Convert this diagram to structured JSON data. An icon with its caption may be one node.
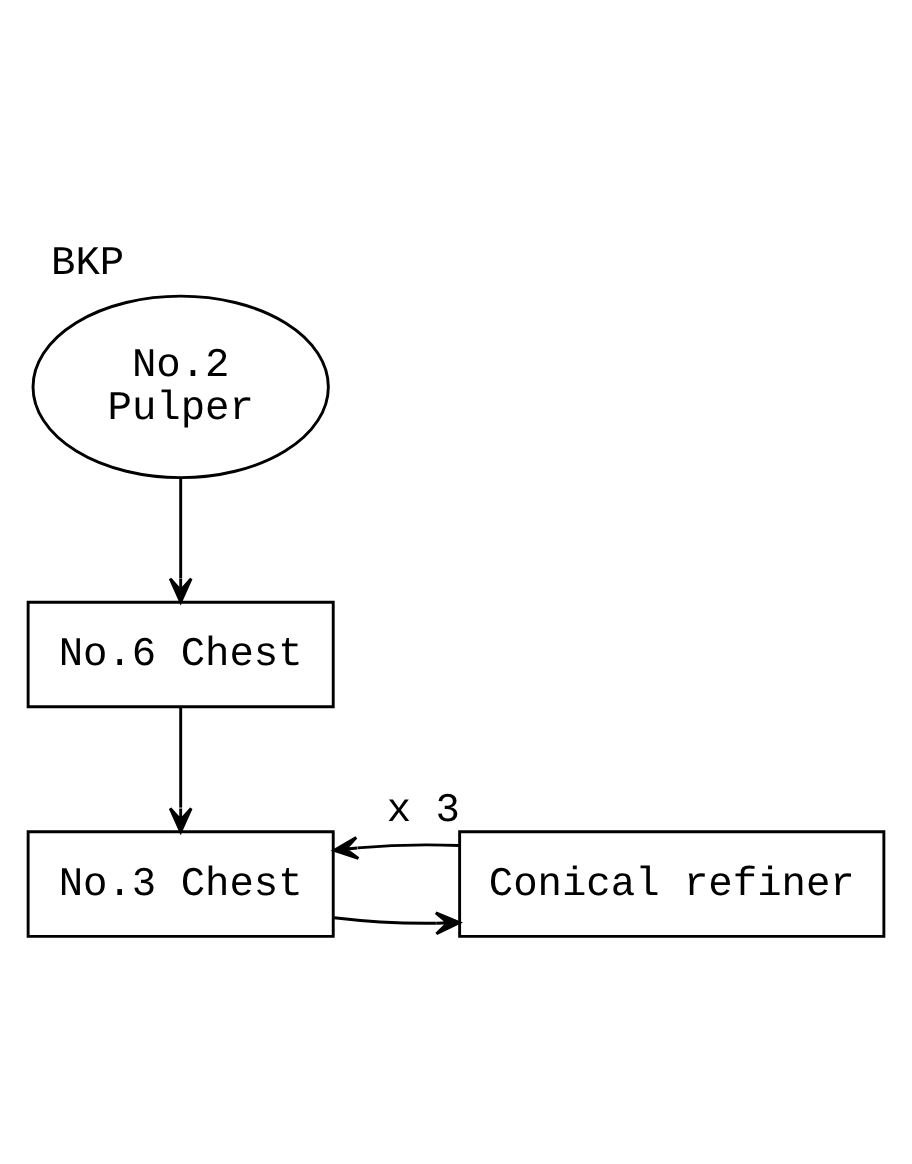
{
  "diagram": {
    "title": "BKP",
    "nodes": [
      {
        "text": [
          "No.2",
          "Pulper"
        ]
      },
      {
        "text": [
          "No.6 Chest"
        ]
      },
      {
        "text": [
          "No.3 Chest"
        ]
      },
      {
        "text": [
          "Conical refiner"
        ],
        "beside": [
          "x 3"
        ]
      }
    ],
    "edges": [
      {
        "from": 0,
        "to": 1,
        "arrow": "to"
      },
      {
        "from": 1,
        "to": 2,
        "arrow": "to"
      },
      {
        "from": 2,
        "to": 3,
        "arrow": "to"
      },
      {
        "from": 3,
        "to": 2,
        "arrow": "to"
      }
    ]
  }
}
